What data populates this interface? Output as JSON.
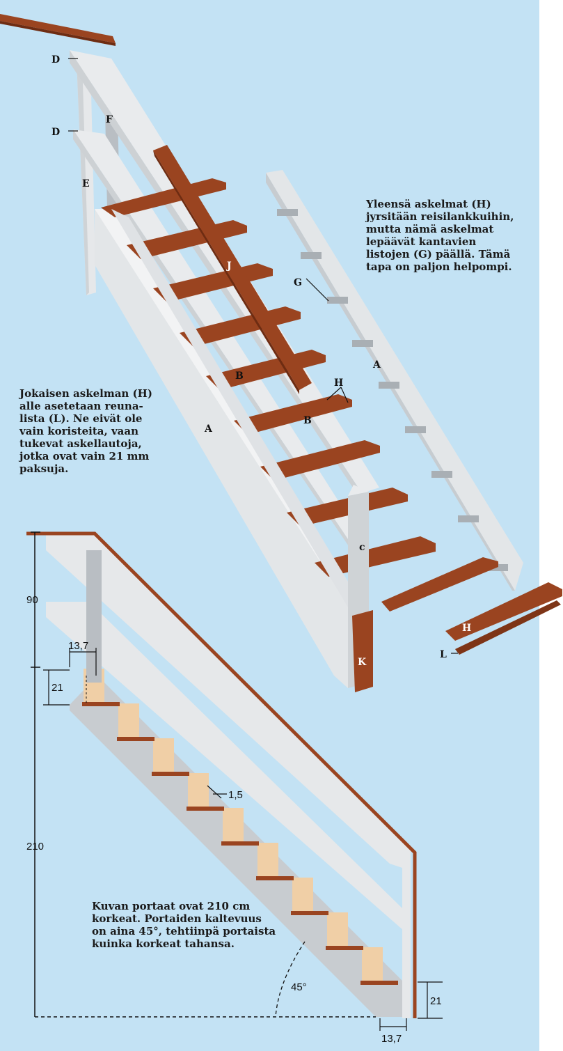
{
  "notes": {
    "top_right": "Yleensä askelmat (H)\njyrsitään reisilankkuihin,\nmutta nämä askelmat\nlepäävät kantavien\nlistojen (G) päällä. Tämä\ntapa on paljon helpompi.",
    "left": "Jokaisen askelman (H)\nalle asetetaan reuna-\nlista (L). Ne eivät ole\nvain koristeita, vaan\ntukevat askellautoja,\njotka ovat vain 21 mm\npaksuja.",
    "bottom": "Kuvan portaat ovat 210 cm\nkorkeat. Portaiden kaltevuus\non aina 45°, tehtiinpä portaista\nkuinka korkeat tahansa."
  },
  "part_labels": {
    "D1": "D",
    "D2": "D",
    "F": "F",
    "E": "E",
    "J": "J",
    "G": "G",
    "A1": "A",
    "A2": "A",
    "B1": "B",
    "B2": "B",
    "H1": "H",
    "H2": "H",
    "C": "c",
    "K": "K",
    "L": "L"
  },
  "dimensions": {
    "rail_height": "90",
    "total_height": "210",
    "tread_depth_top": "13,7",
    "tread_depth_bottom": "13,7",
    "riser_top": "21",
    "riser_bottom": "21",
    "ledge": "1,5",
    "angle": "45°"
  },
  "colors": {
    "background": "#c3e2f4",
    "wood": "#9a4420",
    "wood_dark": "#6e2c12",
    "white_part": "#e6e8ea",
    "grey_part": "#b9bec3",
    "tread_fill": "#f0cfa6"
  }
}
